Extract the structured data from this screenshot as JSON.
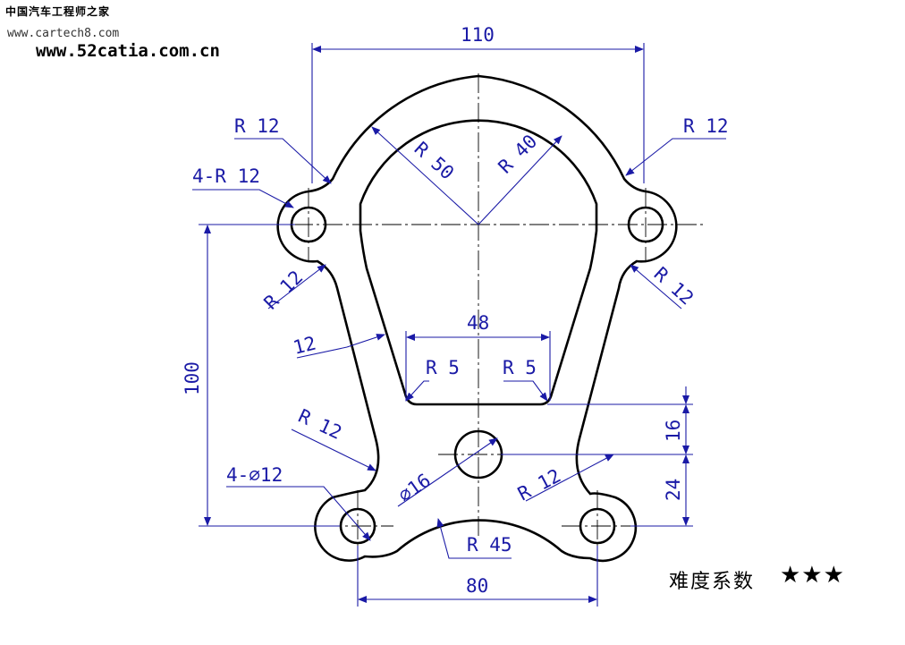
{
  "watermark": {
    "site_cn": "中国汽车工程师之家",
    "url1": "www.cartech8.com",
    "url2": "www.52catia.com.cn"
  },
  "dimensions": {
    "width_top": "110",
    "r12_top_left": "R 12",
    "r12_top_right": "R 12",
    "four_r12": "4-R 12",
    "r50": "R 50",
    "r40": "R 40",
    "r12_left_mid": "R 12",
    "r12_right_mid": "R 12",
    "thickness_12": "12",
    "width_48": "48",
    "r5_left": "R 5",
    "r5_right": "R 5",
    "height_100": "100",
    "r12_left_low": "R 12",
    "four_dia12": "4-∅12",
    "dia16": "∅16",
    "r12_right_low": "R 12",
    "height_16": "16",
    "height_24": "24",
    "r45": "R 45",
    "width_80": "80"
  },
  "difficulty": {
    "label": "难度系数",
    "stars": "★★★"
  },
  "colors": {
    "outline": "#000000",
    "dimension": "#1a1aa6"
  }
}
